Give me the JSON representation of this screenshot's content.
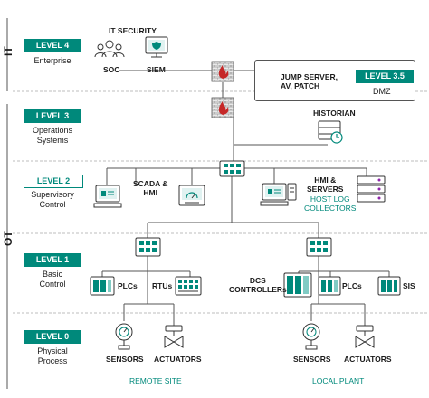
{
  "zones": {
    "it": "IT",
    "ot": "OT"
  },
  "levels": [
    {
      "badge": "LEVEL 4",
      "desc": "Enterprise"
    },
    {
      "badge": "LEVEL 3",
      "desc": "Operations\nSystems"
    },
    {
      "badge": "LEVEL 2",
      "desc": "Supervisory\nControl"
    },
    {
      "badge": "LEVEL 1",
      "desc": "Basic\nControl"
    },
    {
      "badge": "LEVEL 0",
      "desc": "Physical\nProcess"
    }
  ],
  "level4": {
    "group_title": "IT SECURITY",
    "soc": "SOC",
    "siem": "SIEM"
  },
  "dmz": {
    "badge": "LEVEL 3.5",
    "servers": "JUMP SERVER,\nAV, PATCH",
    "label": "DMZ"
  },
  "level3": {
    "historian": "HISTORIAN"
  },
  "level2": {
    "scada": "SCADA &\nHMI",
    "hmi_servers": "HMI &\nSERVERS",
    "host_log": "HOST LOG\nCOLLECTORS"
  },
  "level1": {
    "plcs_left": "PLCs",
    "rtus": "RTUs",
    "dcs": "DCS\nCONTROLLERs",
    "plcs_right": "PLCs",
    "sis": "SIS"
  },
  "level0": {
    "sensors_left": "SENSORS",
    "actuators_left": "ACTUATORS",
    "sensors_right": "SENSORS",
    "actuators_right": "ACTUATORS",
    "remote_site": "REMOTE SITE",
    "local_plant": "LOCAL PLANT"
  },
  "colors": {
    "teal": "#00897b",
    "fire_red": "#c62828",
    "brick": "#8d8d8d",
    "line": "#555555"
  }
}
